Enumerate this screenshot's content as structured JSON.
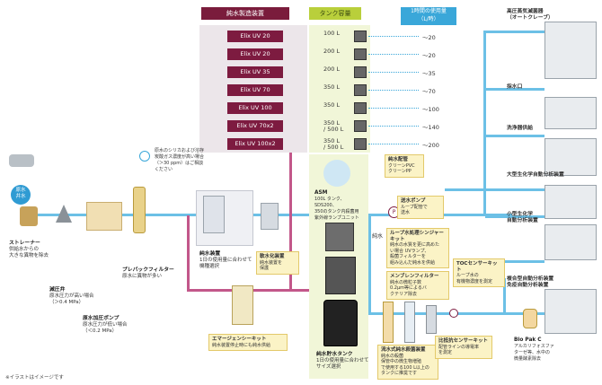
{
  "headers": {
    "production": "純水製造装置",
    "tank": "タンク容量",
    "flow": "1時間の使用量\n（L/時）"
  },
  "models": [
    {
      "name": "Elix UV 20",
      "tank": "100 L",
      "flow": "～20"
    },
    {
      "name": "Elix UV 20",
      "tank": "200 L",
      "flow": "～20"
    },
    {
      "name": "Elix UV 35",
      "tank": "200 L",
      "flow": "～35"
    },
    {
      "name": "Elix UV 70",
      "tank": "350 L",
      "flow": "～70"
    },
    {
      "name": "Elix UV 100",
      "tank": "350 L",
      "flow": "～100"
    },
    {
      "name": "Elix UV 70x2",
      "tank": "350 L\n/ 500 L",
      "flow": "～140"
    },
    {
      "name": "Elix UV 100x2",
      "tank": "350 L\n/ 500 L",
      "flow": "～200"
    }
  ],
  "callouts": {
    "residual_chlorine": "原水のシリカおよび溶存\n炭酸ガス濃度が高い場合\n（＞30 ppm）はご相談\nください",
    "faucet": "原水\n井水"
  },
  "components": {
    "strainer": {
      "title": "ストレーナー",
      "desc": "供給水からの\n大きな異物を除去"
    },
    "pressure_reducer": {
      "title": "減圧弁",
      "desc": "原水圧力が高い場合\n（＞0.4 MPa）"
    },
    "booster_pump": {
      "title": "原水加圧ポンプ",
      "desc": "原水圧力が低い場合\n（＜0.2 MPa）"
    },
    "prepack_filter": {
      "title": "プレパックフィルター",
      "desc": "原水に異物が多い"
    },
    "system_unit": {
      "title": "純水装置",
      "desc": "1日の使用量に合わせて\n機種選択"
    },
    "softener": {
      "title": "軟水化装置",
      "desc": "純水装置を\n保護"
    },
    "emergency": {
      "title": "エマージェンシーキット",
      "desc": "純水装置停止時にも純水供給"
    },
    "asm": {
      "title": "ASM",
      "desc": "100L タンク、SDS200、\n350のタンク内殺菌用\n紫外線ランプユニット"
    },
    "storage_tank": {
      "title": "純水貯水タンク",
      "desc": "1日の使用量に合わせて\nサイズ選択"
    },
    "loop_kit": {
      "title": "ループ水処理シンジャーキット",
      "desc": "純水の水質を更に高めた\nい場合 UVランプ、\n殺菌フィルターを\n組み込んだ純水を供給"
    },
    "membrane_filter": {
      "title": "メンブレンフィルター",
      "desc": "純水の微粒子数\n0.2μm等によるバ\nクテリア除去"
    },
    "toc_sensor": {
      "title": "TOCセンサーキット",
      "desc": "ループ水の\n有機物濃度を測定"
    },
    "resistivity_kit": {
      "title": "比抵抗センサーキット",
      "desc": "配管ラインの導電率\nを測定"
    },
    "loop_pump": {
      "title": "送水ポンプ",
      "desc": "ループ配管で\n送水"
    },
    "loop_piping": {
      "title": "純水配管",
      "desc": "クリーンPVC\nクリーンPP"
    },
    "pure_kit": {
      "title": "流水式純水殺菌装置",
      "desc": "純水の殺菌\n保管中の微生物増殖\nで使用する100 L以上の\nタンクに推奨です"
    },
    "biopak": {
      "title": "Bio Pak C",
      "desc": "アルカリフォスファ\nターゼ等、水中の\n微量酵素除去"
    },
    "pure_water_label": "純水"
  },
  "equipment": [
    {
      "name": "高圧蒸気滅菌器\n（オートクレーブ）"
    },
    {
      "name": "採水口"
    },
    {
      "name": "洗浄器供給"
    },
    {
      "name": "大型生化学自動分析装置"
    },
    {
      "name": "小型生化学\n自動分析装置"
    },
    {
      "name": "複合型自動分析装置\n免疫自動分析装置"
    }
  ],
  "footnote": "※イラストはイメージです",
  "colors": {
    "purple": "#7d1b40",
    "green": "#b9cf3b",
    "blue": "#3aa7d9",
    "pipe_pink": "#c2578a",
    "pipe_blue": "#6cc0e6"
  }
}
